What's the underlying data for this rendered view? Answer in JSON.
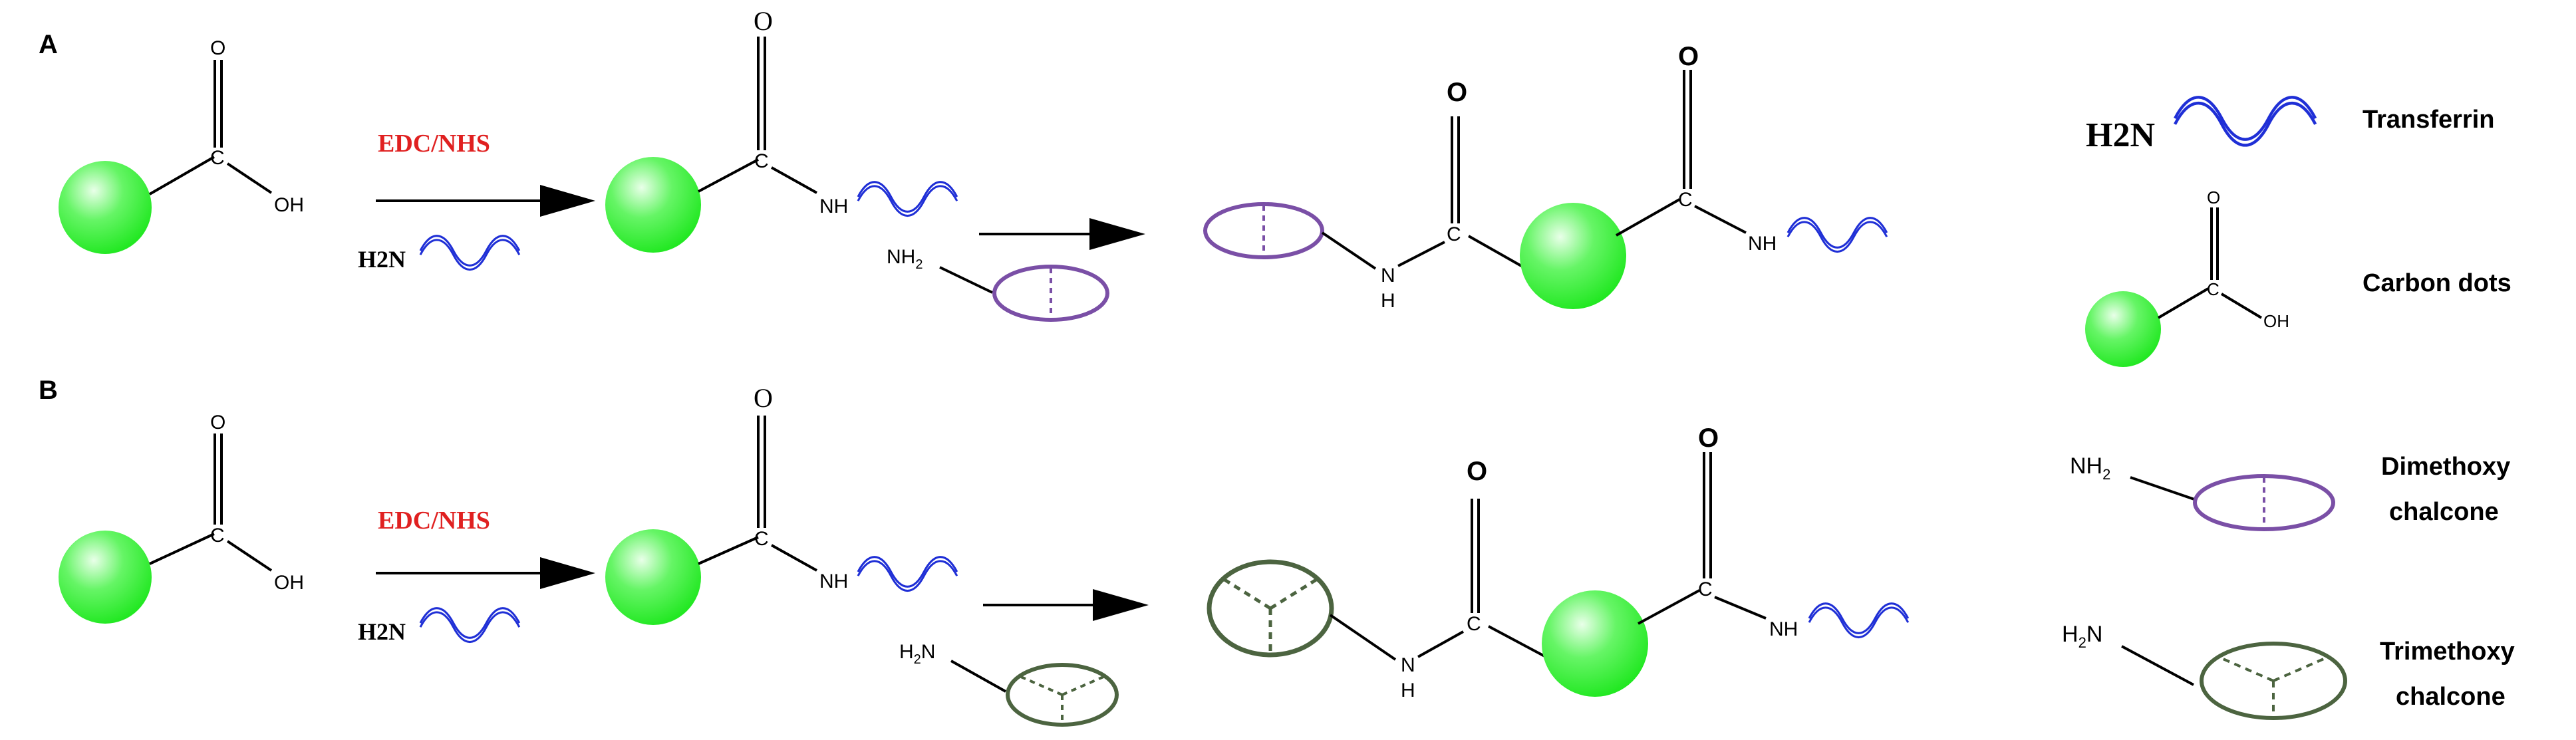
{
  "panels": {
    "a": {
      "label": "A"
    },
    "b": {
      "label": "B"
    }
  },
  "atoms": {
    "oxygen": "O",
    "hydroxyl": "OH",
    "carbon": "C",
    "nh": "NH",
    "n": "N",
    "h": "H",
    "nh2_a": "NH",
    "nh2_sub": "2",
    "h2n_b_h": "H",
    "h2n_b_sub": "2",
    "h2n_b_n": "N",
    "h2n_reagent": "H2N"
  },
  "reagent": {
    "coupling": "EDC/NHS"
  },
  "legend": {
    "transferrin_formula": "H2N",
    "transferrin_label": "Transferrin",
    "carbon_dots_label": "Carbon dots",
    "dimethoxy_line1": "Dimethoxy",
    "dimethoxy_line2": "chalcone",
    "trimethoxy_line1": "Trimethoxy",
    "trimethoxy_line2": "chalcone"
  },
  "colors": {
    "carbon_dot_light": "#e9ffe9",
    "carbon_dot": "#22e822",
    "transferrin_wave": "#1f2fd6",
    "dimethoxy_chalcone": "#7a4fa6",
    "trimethoxy_chalcone": "#4c6440",
    "reagent_text": "#e02020"
  }
}
